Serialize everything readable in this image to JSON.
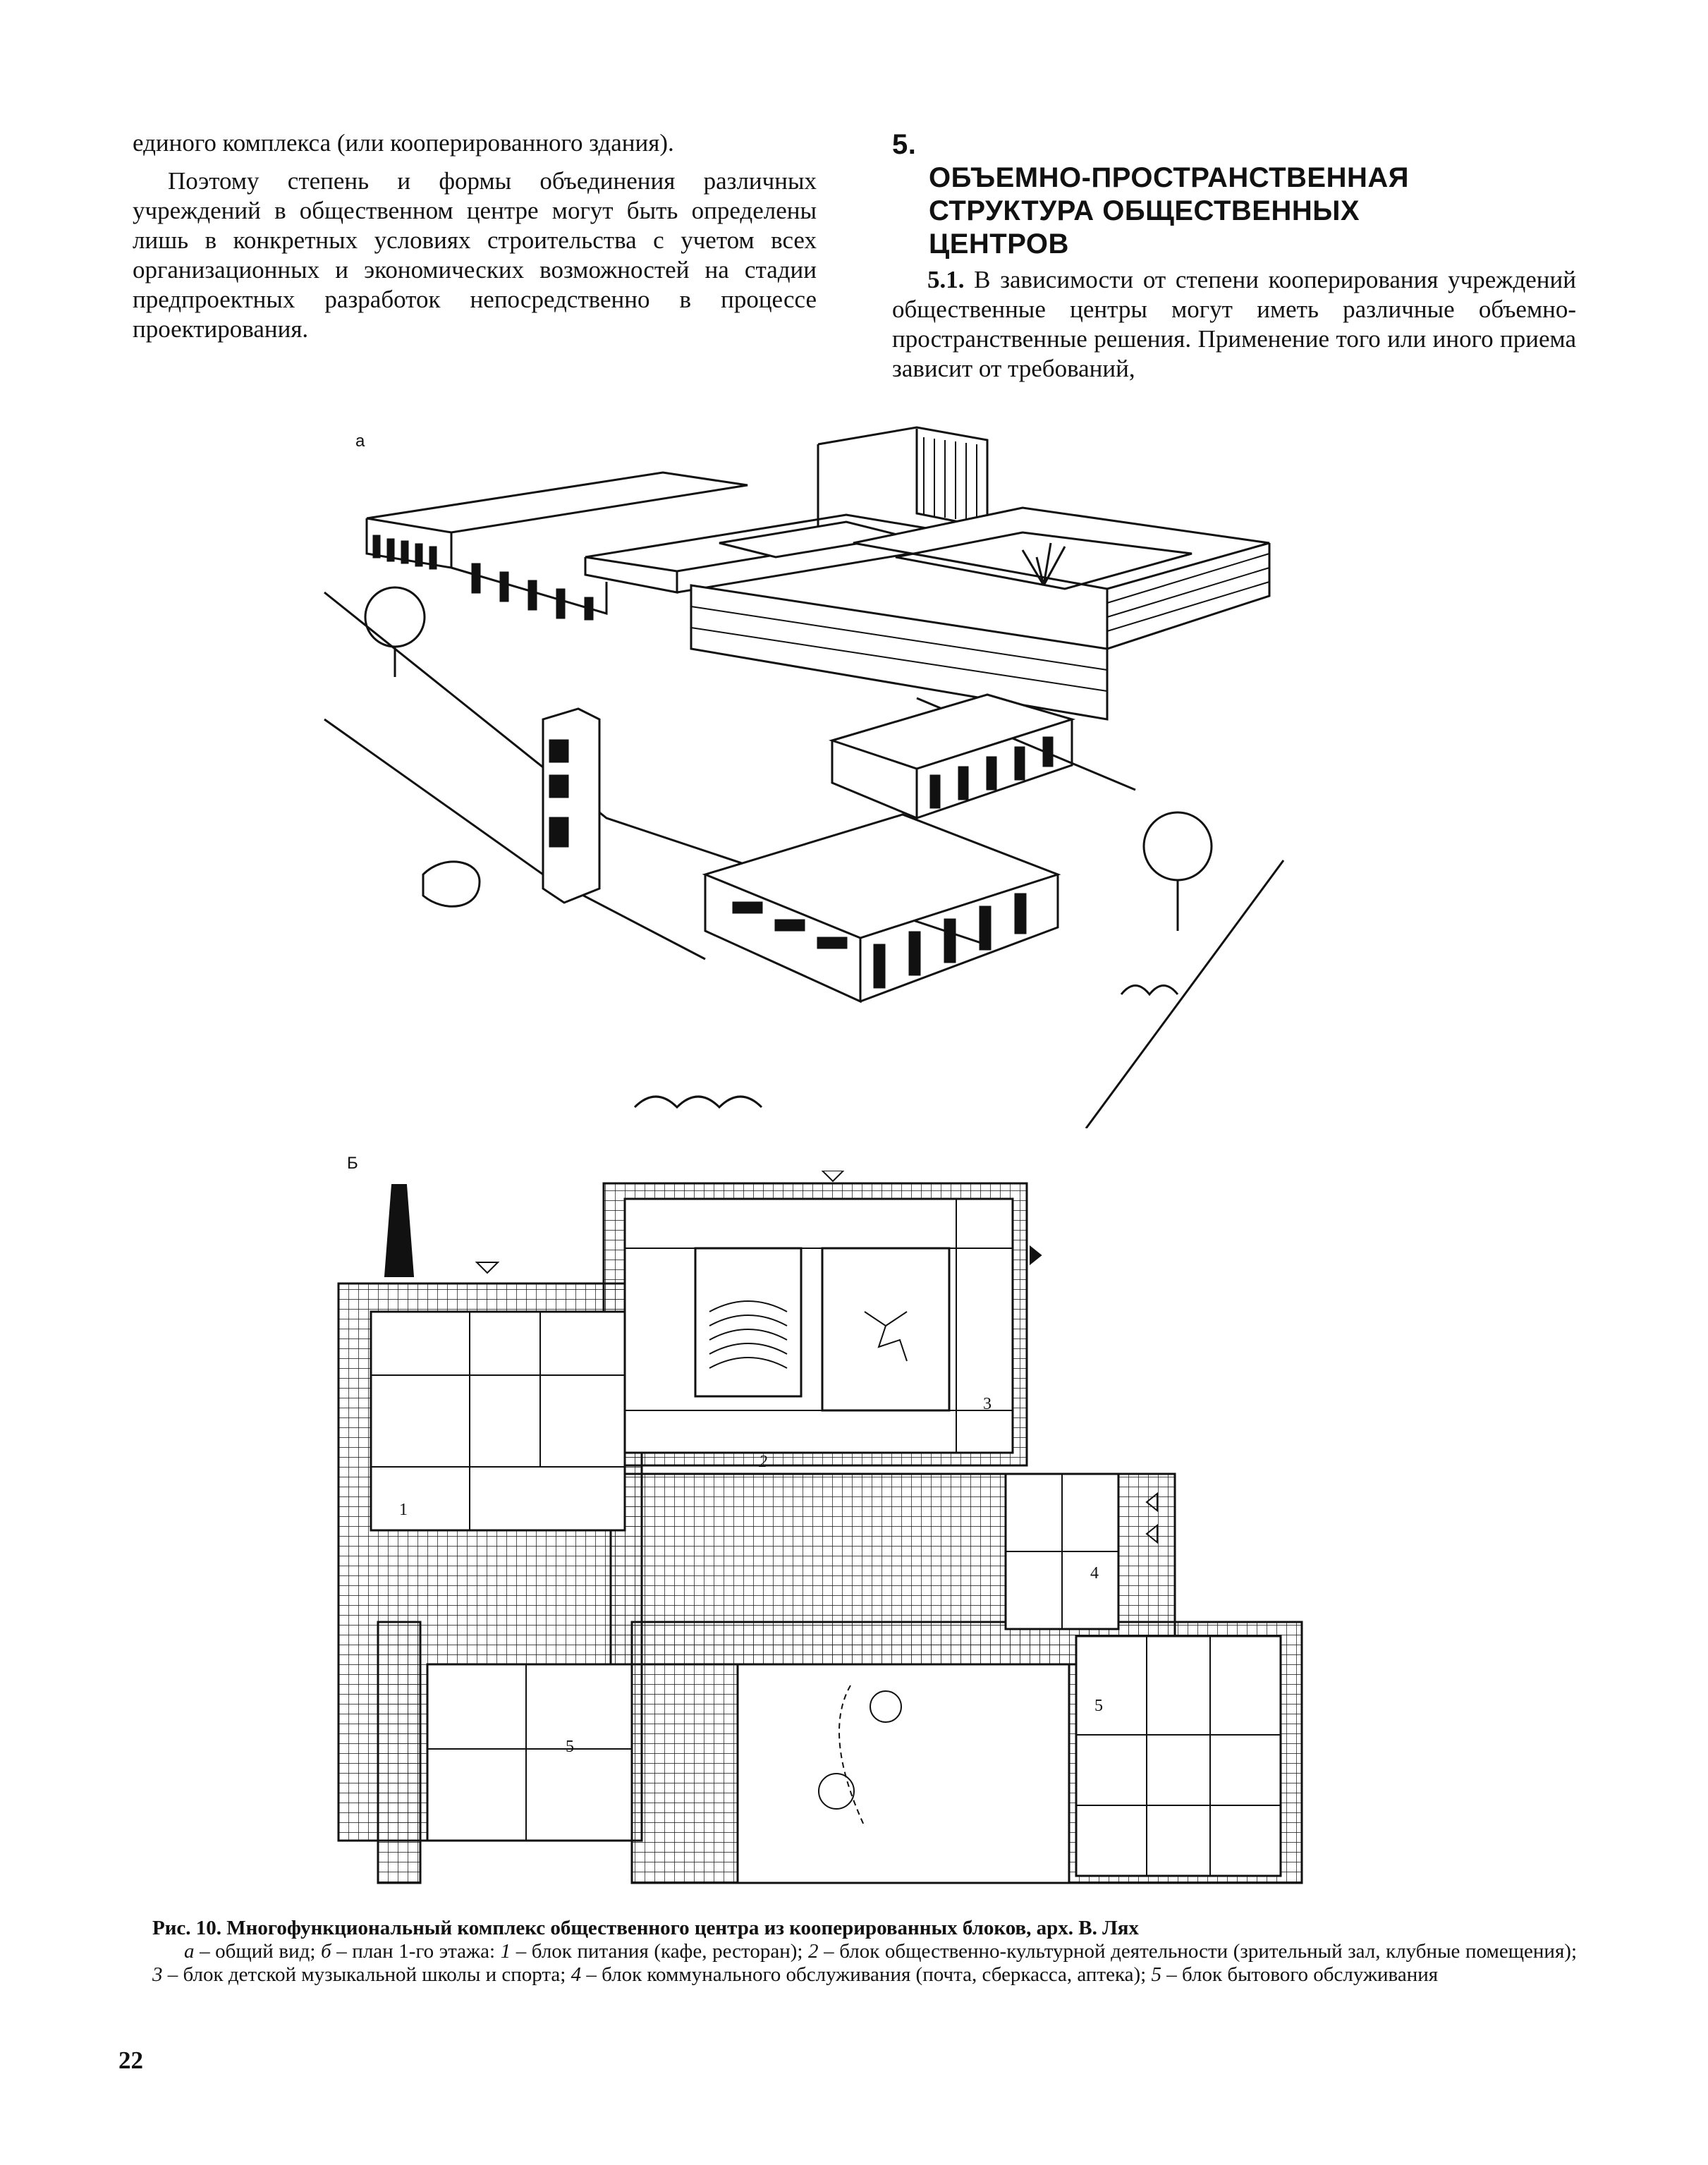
{
  "left_column": {
    "p1": "единого комплекса (или кооперированного здания).",
    "p2": "Поэтому степень и формы объединения различных учреждений в общественном центре могут быть определены лишь в конкретных условиях строительства с учетом всех организационных и экономических возможностей на стадии предпроектных разработок непосредственно в процессе проектирования."
  },
  "section": {
    "number": "5.",
    "title_lines": [
      "ОБЪЕМНО-ПРОСТРАНСТВЕННАЯ",
      "СТРУКТУРА ОБЩЕСТВЕННЫХ",
      "ЦЕНТРОВ"
    ]
  },
  "right_column": {
    "lead": "5.1.",
    "text": "В зависимости от степени кооперирования учреждений общественные центры могут иметь различные объемно-пространственные решения. Применение того или иного приема зависит от требований,"
  },
  "figure": {
    "label_a": "а",
    "label_b": "Б",
    "plan_numbers": [
      "1",
      "2",
      "3",
      "4",
      "5",
      "5"
    ]
  },
  "caption": {
    "title": "Рис. 10. Многофункциональный комплекс общественного центра из кооперированных блоков, арх. В. Лях",
    "a_label": "а",
    "a_text": " – общий вид;",
    "b_label": "б",
    "b_text": " – план 1-го этажа: ",
    "items": [
      {
        "n": "1",
        "text": " – блок питания (кафе, ресторан); "
      },
      {
        "n": "2",
        "text": " – блок общественно-культурной деятельности (зрительный зал, клубные помещения); "
      },
      {
        "n": "3",
        "text": " – блок детской музыкальной школы и спорта; "
      },
      {
        "n": "4",
        "text": " – блок коммунального обслуживания (почта, сберкасса, аптека); "
      },
      {
        "n": "5",
        "text": " – блок бытового обслуживания"
      }
    ]
  },
  "page_number": "22"
}
